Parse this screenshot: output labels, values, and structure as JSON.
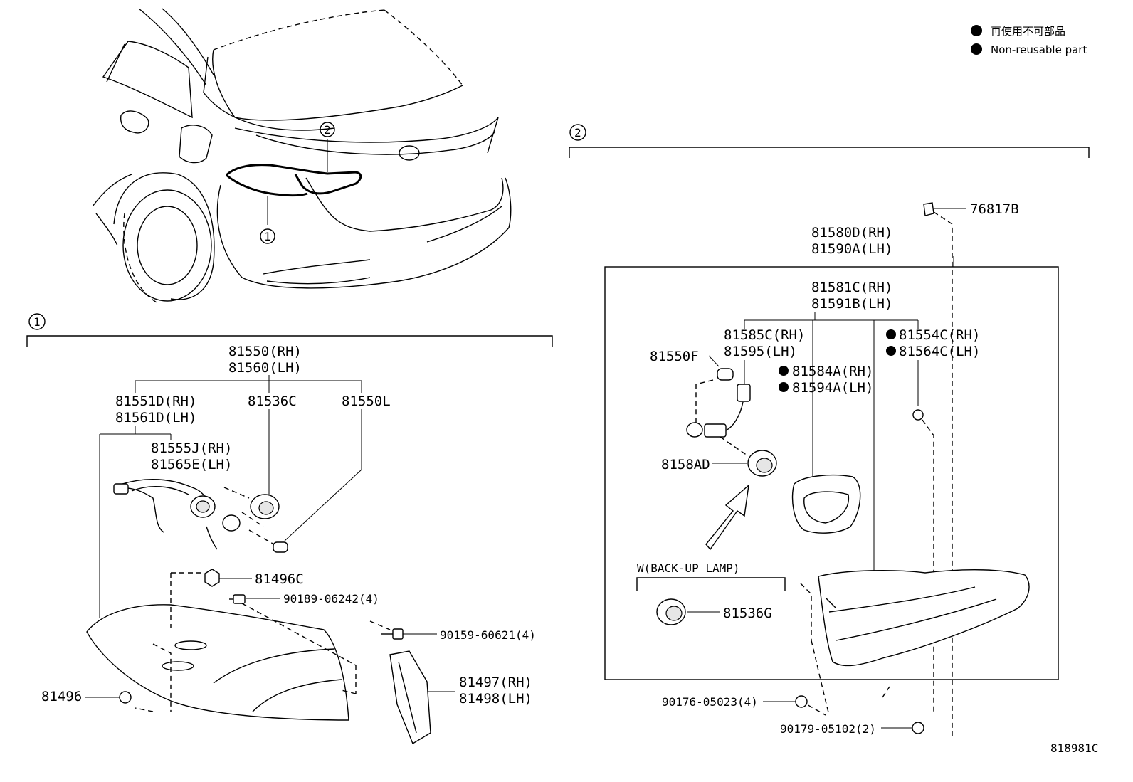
{
  "legend": {
    "line1": "再使用不可部品",
    "line2": "Non-reusable part"
  },
  "callouts": {
    "one": "1",
    "two": "2"
  },
  "group1": {
    "assembly_rh": "81550(RH)",
    "assembly_lh": "81560(LH)",
    "socket_rh": "81551D(RH)",
    "socket_lh": "81561D(LH)",
    "socket2": "81536C",
    "bulb": "81550L",
    "wire_rh": "81555J(RH)",
    "wire_lh": "81565E(LH)",
    "nut": "81496C",
    "screw": "90189-06242(4)",
    "bolt": "90159-60621(4)",
    "bracket_rh": "81497(RH)",
    "bracket_lh": "81498(LH)",
    "clip": "81496"
  },
  "group2": {
    "retainer": "76817B",
    "assembly_rh": "81580D(RH)",
    "assembly_lh": "81590A(LH)",
    "lens_rh": "81581C(RH)",
    "lens_lh": "81591B(LH)",
    "wire_rh": "81585C(RH)",
    "wire_lh": "81595(LH)",
    "bulb": "81550F",
    "gasket_rh": "81584A(RH)",
    "gasket_lh": "81594A(LH)",
    "seal_rh": "81554C(RH)",
    "seal_lh": "81564C(LH)",
    "socket": "8158AD",
    "backup_title": "W(BACK-UP LAMP)",
    "backup_socket": "81536G",
    "nut1": "90176-05023(4)",
    "nut2": "90179-05102(2)"
  },
  "drawing_number": "818981C"
}
